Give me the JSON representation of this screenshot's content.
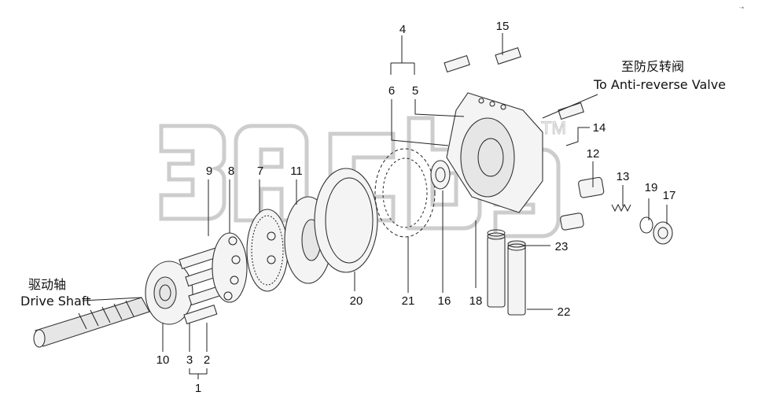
{
  "corner_mark": "⇢ ",
  "captions": {
    "anti_reverse_cn": "至防反转阀",
    "anti_reverse_en": "To Anti-reverse Valve",
    "drive_shaft_cn": "驱动轴",
    "drive_shaft_en": "Drive Shaft"
  },
  "watermark_tm": "TM",
  "callouts": [
    {
      "id": "c1",
      "label": "1"
    },
    {
      "id": "c2",
      "label": "2"
    },
    {
      "id": "c3",
      "label": "3"
    },
    {
      "id": "c4",
      "label": "4"
    },
    {
      "id": "c5",
      "label": "5"
    },
    {
      "id": "c6",
      "label": "6"
    },
    {
      "id": "c7",
      "label": "7"
    },
    {
      "id": "c8",
      "label": "8"
    },
    {
      "id": "c9",
      "label": "9"
    },
    {
      "id": "c10",
      "label": "10"
    },
    {
      "id": "c11",
      "label": "11"
    },
    {
      "id": "c12",
      "label": "12"
    },
    {
      "id": "c13",
      "label": "13"
    },
    {
      "id": "c14",
      "label": "14"
    },
    {
      "id": "c15",
      "label": "15"
    },
    {
      "id": "c16",
      "label": "16"
    },
    {
      "id": "c17",
      "label": "17"
    },
    {
      "id": "c18",
      "label": "18"
    },
    {
      "id": "c19",
      "label": "19"
    },
    {
      "id": "c20",
      "label": "20"
    },
    {
      "id": "c21",
      "label": "21"
    },
    {
      "id": "c22",
      "label": "22"
    },
    {
      "id": "c23",
      "label": "23"
    }
  ]
}
